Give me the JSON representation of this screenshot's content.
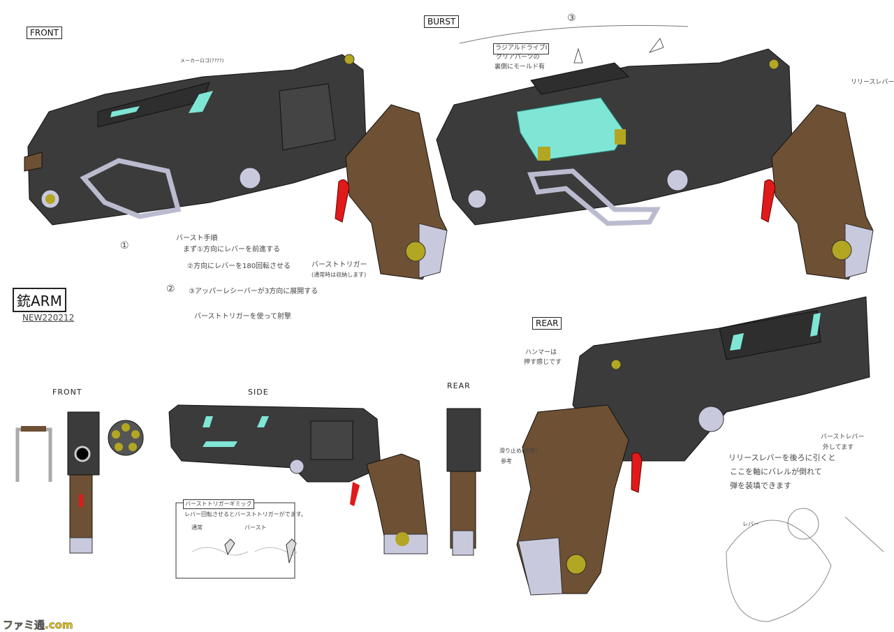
{
  "sections": {
    "front": "FRONT",
    "burst": "BURST",
    "rear": "REAR"
  },
  "title": {
    "name": "銃ARM",
    "code": "NEW220212"
  },
  "ortho_labels": {
    "front": "FRONT",
    "side": "SIDE",
    "rear": "REAR"
  },
  "notes": {
    "front_logo": "メーカーロゴ(????)",
    "burst_steps": [
      "バースト手順",
      "まず①方向にレバーを前進する",
      "②方向にレバーを180回転させる",
      "③アッパーレシーバーが3方向に展開する",
      "バーストトリガーを使って射撃"
    ],
    "step_marks": [
      "①",
      "②",
      "③"
    ],
    "burst_trigger": "バーストトリガー",
    "burst_trigger_sub": "(通常時は収納します)",
    "radial_drive_box": "ラジアルドライブI",
    "radial_drive_note": [
      "クリアパーツの",
      "裏側にモールド有"
    ],
    "release_lever": "リリースレバー",
    "hammer_note": [
      "ハンマーは",
      "押す感じです"
    ],
    "grip_note": [
      "滑り止め(点線)",
      "参考"
    ],
    "burst_lever_note": [
      "バーストレバー",
      "外してます"
    ],
    "release_note": [
      "リリースレバーを後ろに引くと",
      "ここを軸にバレルが倒れて",
      "弾を装填できます"
    ],
    "lever_label": "レバー",
    "gimmick_box_title": "バーストトリガーギミック",
    "gimmick_desc": "レバー回転させるとバーストトリガーがでます。",
    "gimmick_normal": "通常",
    "gimmick_burst": "バースト"
  },
  "watermark": "ファミ通.com",
  "colors": {
    "body": "#3b3b3b",
    "accent": "#7fe6d6",
    "grip": "#6e5034",
    "metal": "#c9c9de",
    "trigger": "#e01a1a",
    "screw": "#b3a622"
  }
}
